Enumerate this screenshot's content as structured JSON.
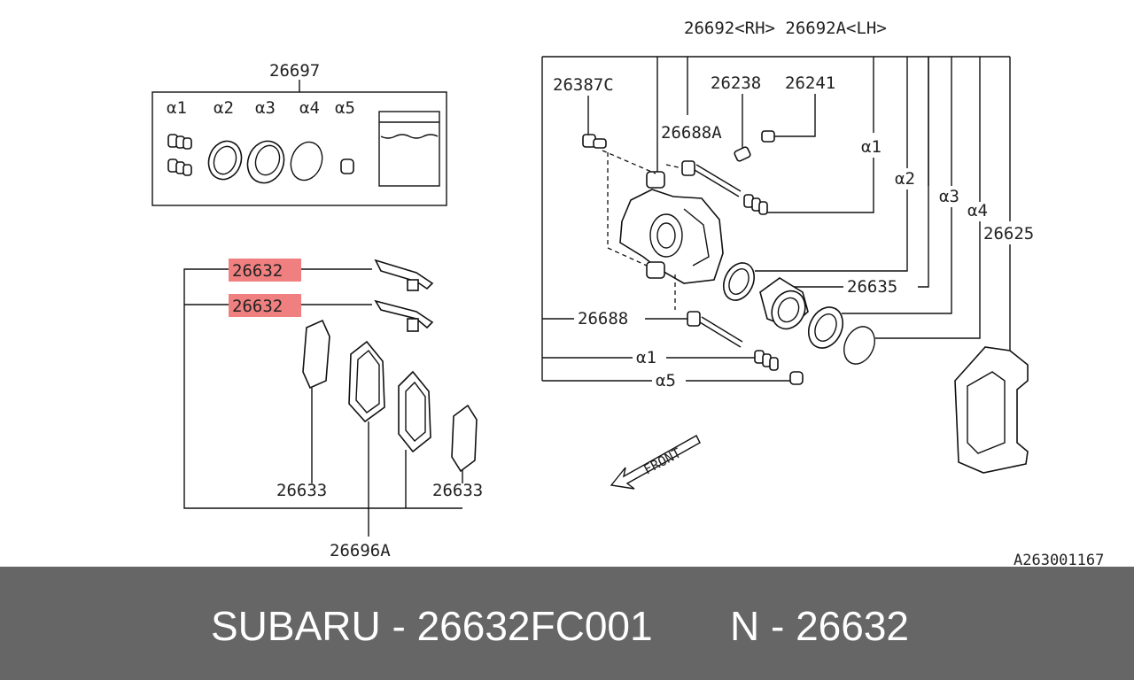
{
  "labels": {
    "kit": "26697",
    "a1": "α1",
    "a2": "α2",
    "a3": "α3",
    "a4": "α4",
    "a5": "α5",
    "caliper_top": "26692<RH> 26692A<LH>",
    "p26387C": "26387C",
    "p26238": "26238",
    "p26241": "26241",
    "p26688A": "26688A",
    "ra1": "α1",
    "ra2": "α2",
    "ra3": "α3",
    "ra4": "α4",
    "p26625": "26625",
    "p26635": "26635",
    "p26688": "26688",
    "la1": "α1",
    "la5": "α5",
    "clip1": "26632",
    "clip2": "26632",
    "pad_left": "26633",
    "pad_right": "26633",
    "pad_set": "26696A",
    "front": "FRONT",
    "ref": "A263001167"
  },
  "highlight_color": "#f08080",
  "footer": {
    "part": "SUBARU - 26632FC001",
    "ref": "N - 26632"
  }
}
